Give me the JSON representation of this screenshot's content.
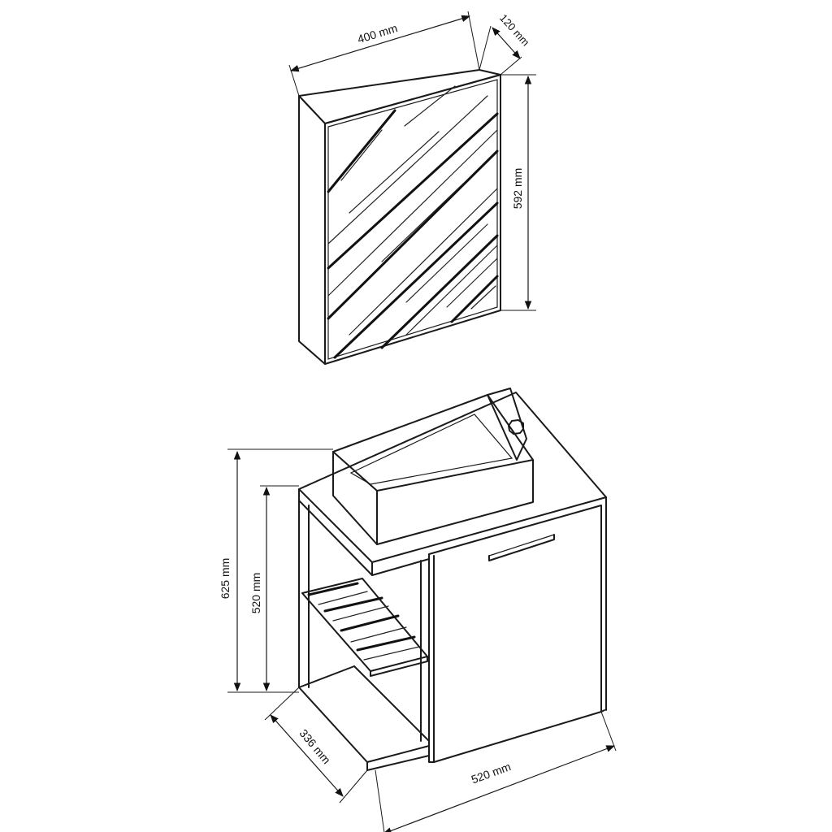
{
  "mirror_cabinet": {
    "width_label": "400 mm",
    "depth_label": "120 mm",
    "height_label": "592 mm"
  },
  "vanity_unit": {
    "total_height_label": "625 mm",
    "cabinet_height_label": "520 mm",
    "depth_label": "336 mm",
    "width_label": "520 mm"
  }
}
